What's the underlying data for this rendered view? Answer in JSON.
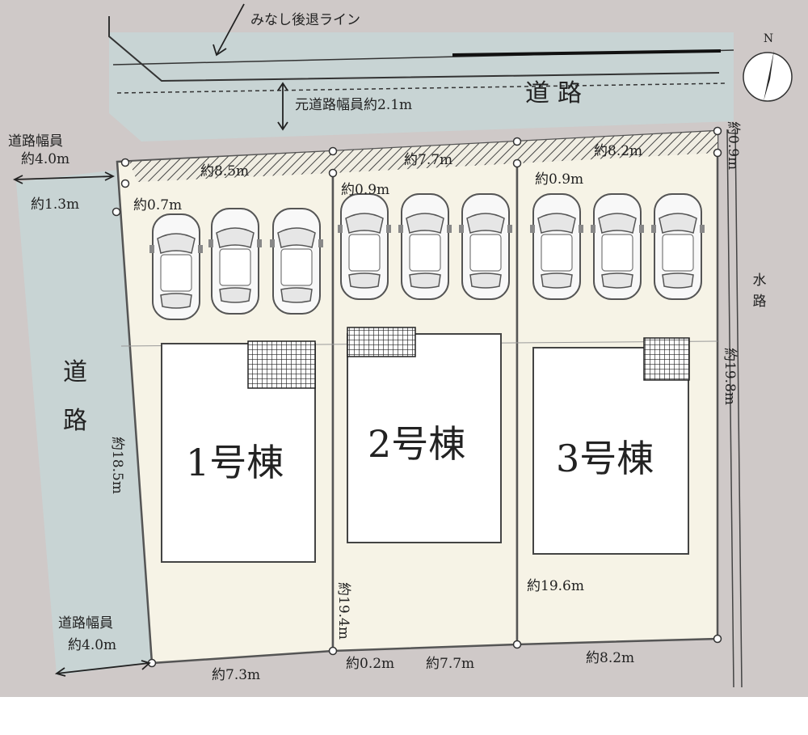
{
  "annotations": {
    "setback_line": "みなし後退ライン",
    "road_top": "道路",
    "road_left_char1": "道",
    "road_left_char2": "路",
    "orig_road_width": "元道路幅員約2.1m",
    "road_width_label": "道路幅員",
    "road_width_value_top": "約4.0m",
    "road_width_value_bottom": "約4.0m",
    "left_setback": "約1.3m",
    "waterway_char1": "水",
    "waterway_char2": "路",
    "compass_n": "N"
  },
  "lots": [
    {
      "name": "1号棟",
      "frontage": "約8.5m",
      "setback": "約0.7m",
      "depth": "約18.5m",
      "rear": "約7.3m"
    },
    {
      "name": "2号棟",
      "frontage": "約7.7m",
      "setback": "約0.9m",
      "depth": "約19.4m",
      "rear": "約7.7m"
    },
    {
      "name": "3号棟",
      "frontage": "約8.2m",
      "setback": "約0.9m",
      "depth": "約19.6m",
      "rear": "約8.2m"
    }
  ],
  "right_edge": {
    "setback": "約0.9m",
    "depth": "約19.8m"
  },
  "gap_label": "約0.2m",
  "colors": {
    "background": "#cfc9c8",
    "road": "#c8d4d4",
    "lot": "#f6f3e6",
    "hatch": "#444444"
  }
}
